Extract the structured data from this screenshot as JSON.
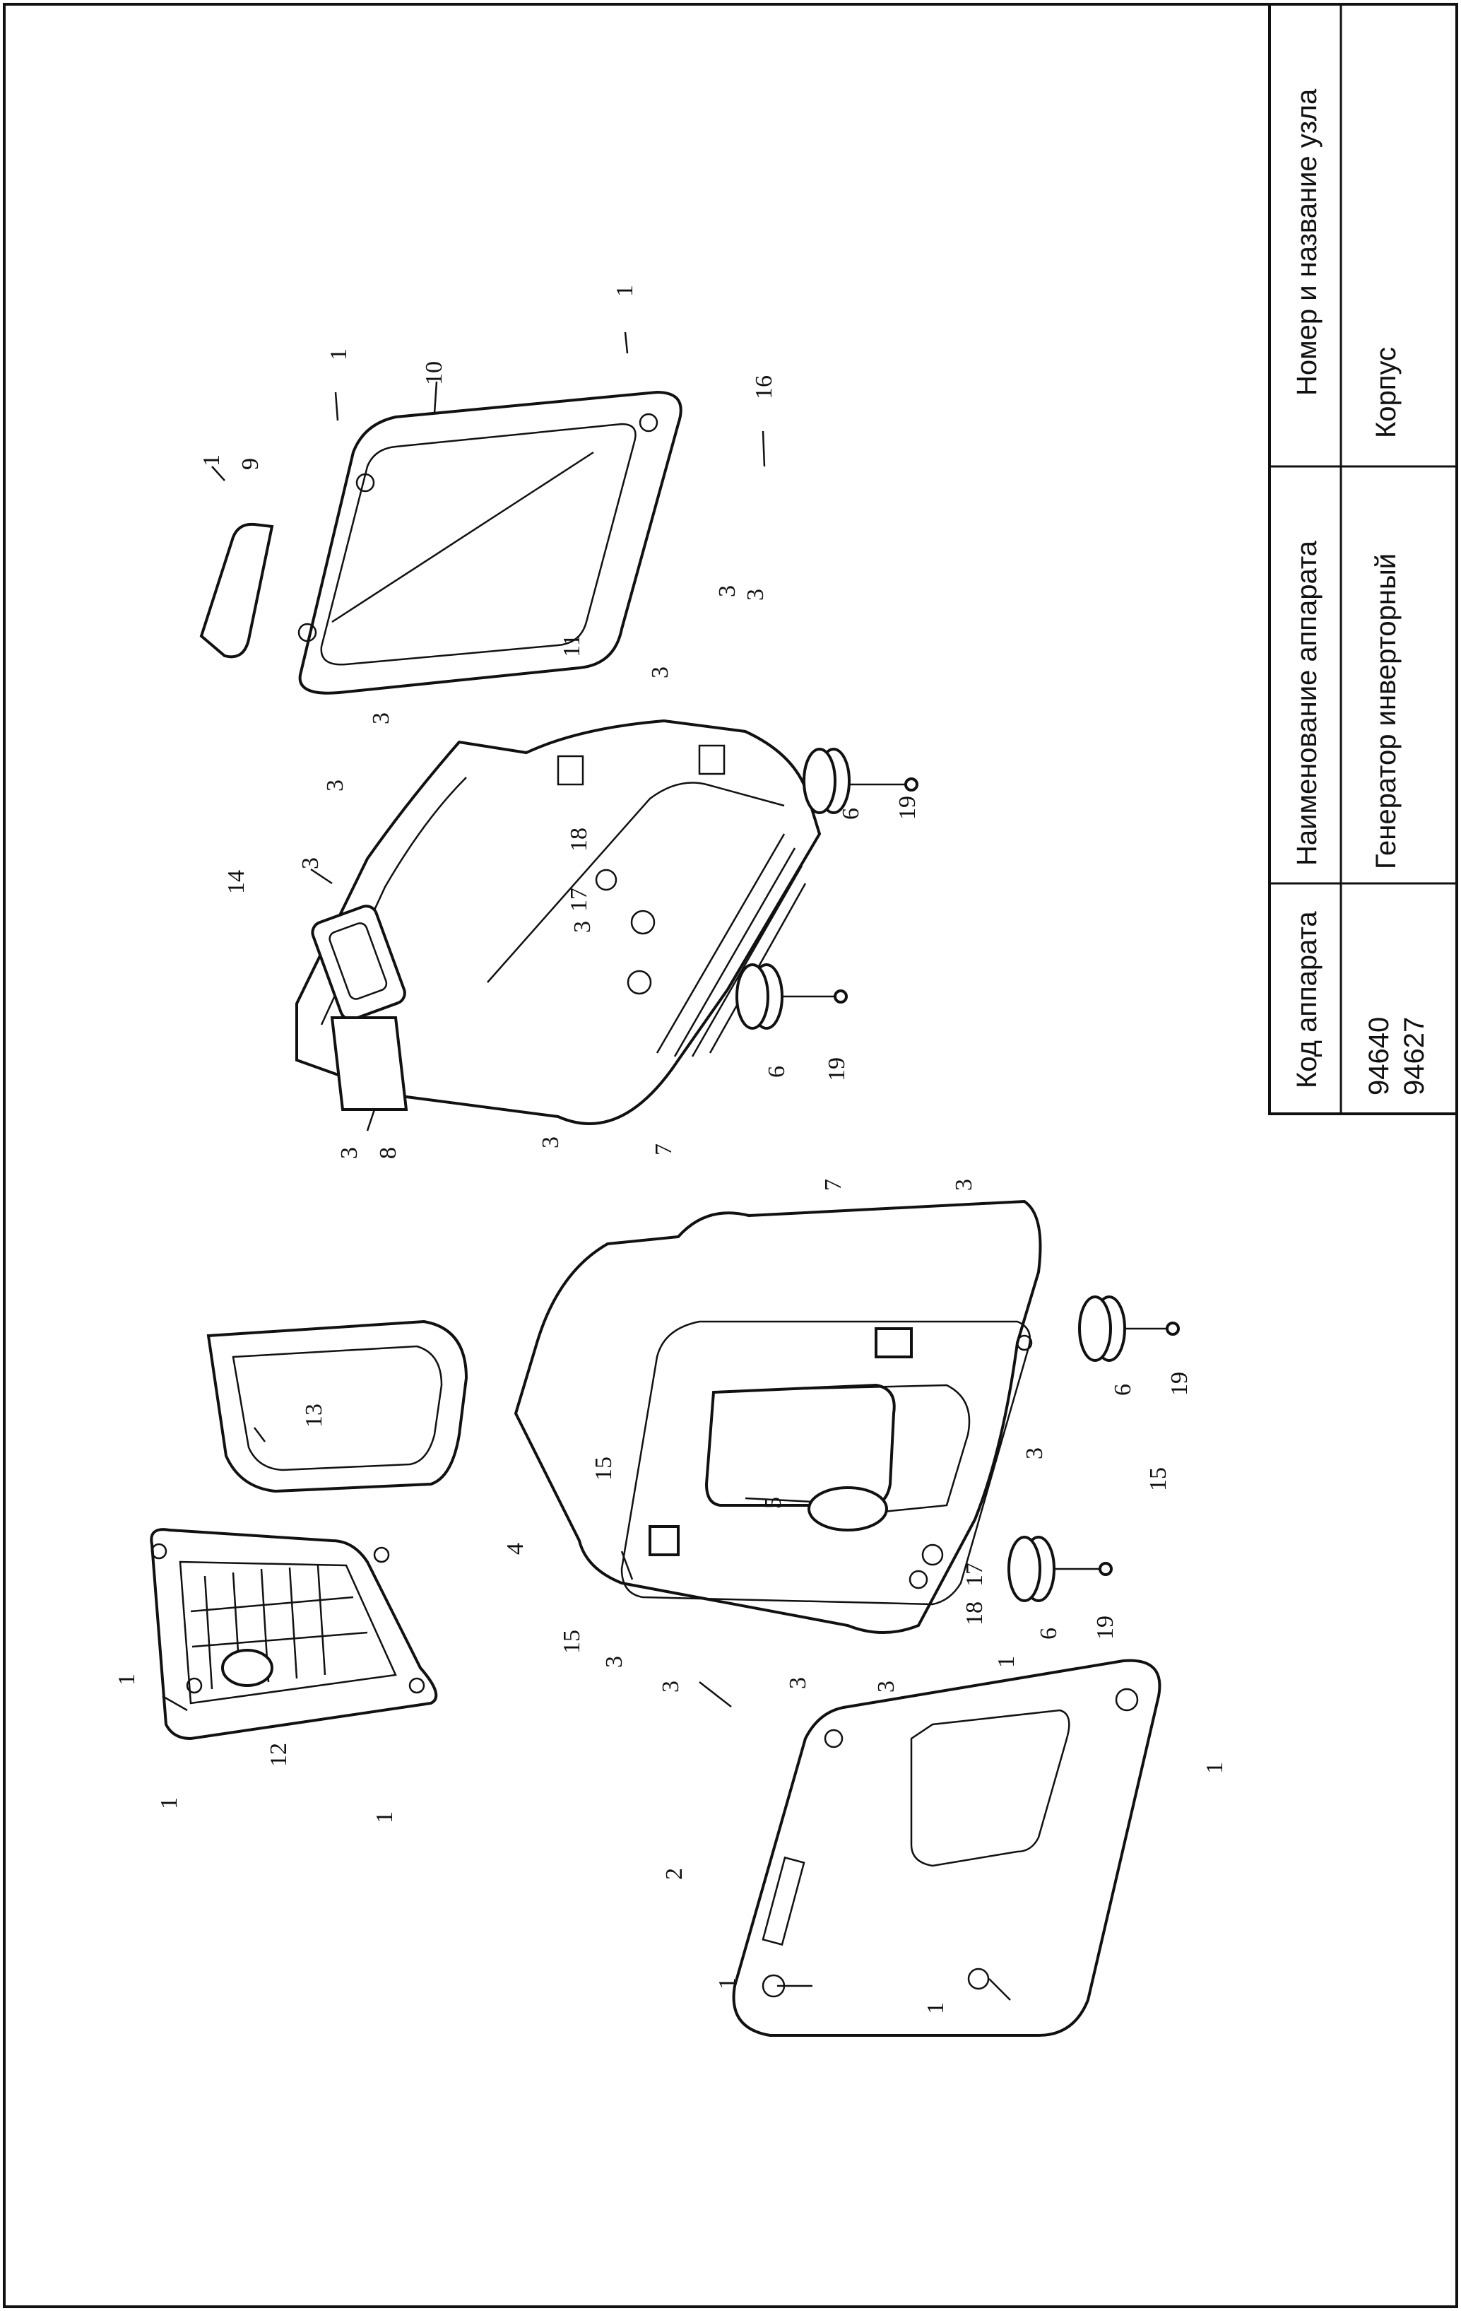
{
  "title_block": {
    "headers": {
      "code": "Код аппарата",
      "device_name": "Наименование аппарата",
      "assembly": "Номер и название узла"
    },
    "values": {
      "code_1": "94640",
      "code_2": "94627",
      "device_name": "Генератор инверторный",
      "assembly": "Корпус"
    }
  },
  "callouts": {
    "c1": "1",
    "c2": "2",
    "c3": "3",
    "c4": "4",
    "c5": "5",
    "c6": "6",
    "c7": "7",
    "c8": "8",
    "c9": "9",
    "c10": "10",
    "c11": "11",
    "c12": "12",
    "c13": "13",
    "c14": "14",
    "c15": "15",
    "c16": "16",
    "c17": "17",
    "c18": "18",
    "c19": "19"
  },
  "colors": {
    "line": "#111111",
    "background": "#ffffff"
  }
}
